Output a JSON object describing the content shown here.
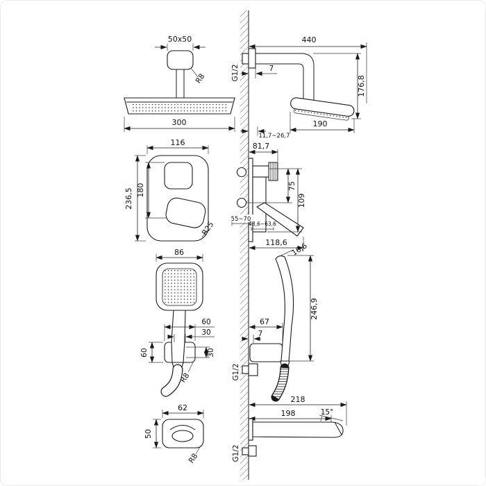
{
  "meta": {
    "background": "#ffffff",
    "line_color": "#1a1a1a"
  },
  "views": {
    "overhead_front": {
      "arm_section": "50x50",
      "arm_radius": "R8",
      "head_width": "300"
    },
    "overhead_side": {
      "arm_reach": "440",
      "wall_thread": "G1/2",
      "escutcheon_depth": "7",
      "drop_height": "176,8",
      "head_depth": "190",
      "wall_gap_range": "11,7~26,7"
    },
    "mixer_front": {
      "plate_width": "116",
      "inner_height": "180",
      "plate_height": "236,5",
      "corner_radius": "R25"
    },
    "mixer_side": {
      "body_depth": "81,7",
      "port_offset": "75",
      "body_height": "109",
      "depth_range_1": "55~70",
      "depth_range_2": "48,6~63,6",
      "lever_reach": "118,6"
    },
    "handshower_front": {
      "head_width": "86",
      "bracket_width": "60",
      "slot_width": "30",
      "bracket_height": "60",
      "slot_height": "30",
      "corner_radius": "R8"
    },
    "handshower_side": {
      "head_depth": "16,6",
      "total_length": "246,9",
      "bracket_reach": "67",
      "wall_offset": "7",
      "wall_thread": "G1/2"
    },
    "spout_front": {
      "width": "62",
      "height": "50",
      "corner_radius": "R8"
    },
    "spout_side": {
      "total_reach": "218",
      "body_reach": "198",
      "tip_angle": "15°",
      "wall_thread": "G1/2"
    }
  }
}
